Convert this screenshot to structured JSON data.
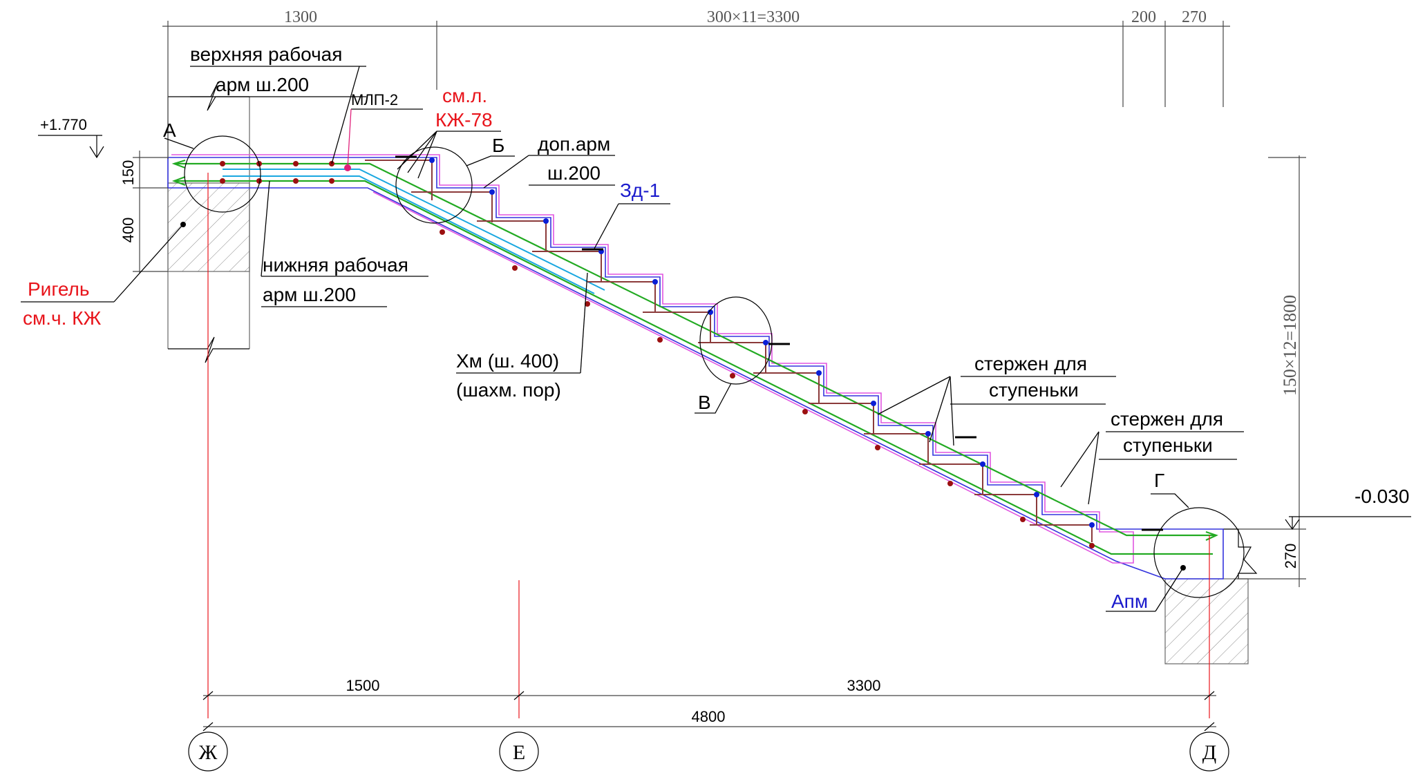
{
  "title": "",
  "colors": {
    "rebar_main": "#22aa22",
    "rebar_step": "#8b3a3a",
    "rebar_cyan": "#19a7e0",
    "contour": "#e055e0",
    "outline_blue": "#3333dd",
    "dot_blue": "#0a1ed6",
    "dot_red": "#9b1010",
    "axis_red": "#e8141b",
    "label_red": "#e8141b",
    "label_blue": "#1a1acc"
  },
  "dimensions_top": {
    "d1": "1300",
    "d2": "300×11=3300",
    "d3": "200",
    "d4": "270"
  },
  "dimensions_left": {
    "slab": "150",
    "beam": "400"
  },
  "dimensions_right": {
    "height": "150×12=1800",
    "end": "270"
  },
  "dimensions_bottom": {
    "d1": "1500",
    "d2": "3300",
    "total": "4800"
  },
  "levels": {
    "top": "+1.770",
    "bottom": "-0.030"
  },
  "callouts": {
    "a": "А",
    "b": "Б",
    "v": "В",
    "g": "Г"
  },
  "labels": {
    "upper_rebar_1": "верхняя рабочая",
    "upper_rebar_2": "арм ш.200",
    "mlp": "МЛП-2",
    "ref_1": "см.л.",
    "ref_2": "КЖ-78",
    "extra_rebar_1": "доп.арм",
    "extra_rebar_2": "ш.200",
    "zd": "Зд-1",
    "lower_rebar_1": "нижняя рабочая",
    "lower_rebar_2": "арм ш.200",
    "beam_1": "Ригель",
    "beam_2": "см.ч. КЖ",
    "xm_1": "Хм (ш. 400)",
    "xm_2": "(шахм. пор)",
    "step_bar_a_1": "стержен для",
    "step_bar_a_2": "ступеньки",
    "step_bar_b_1": "стержен для",
    "step_bar_b_2": "ступеньки",
    "apm": "Апм"
  },
  "axes": [
    "Ж",
    "Е",
    "Д"
  ]
}
